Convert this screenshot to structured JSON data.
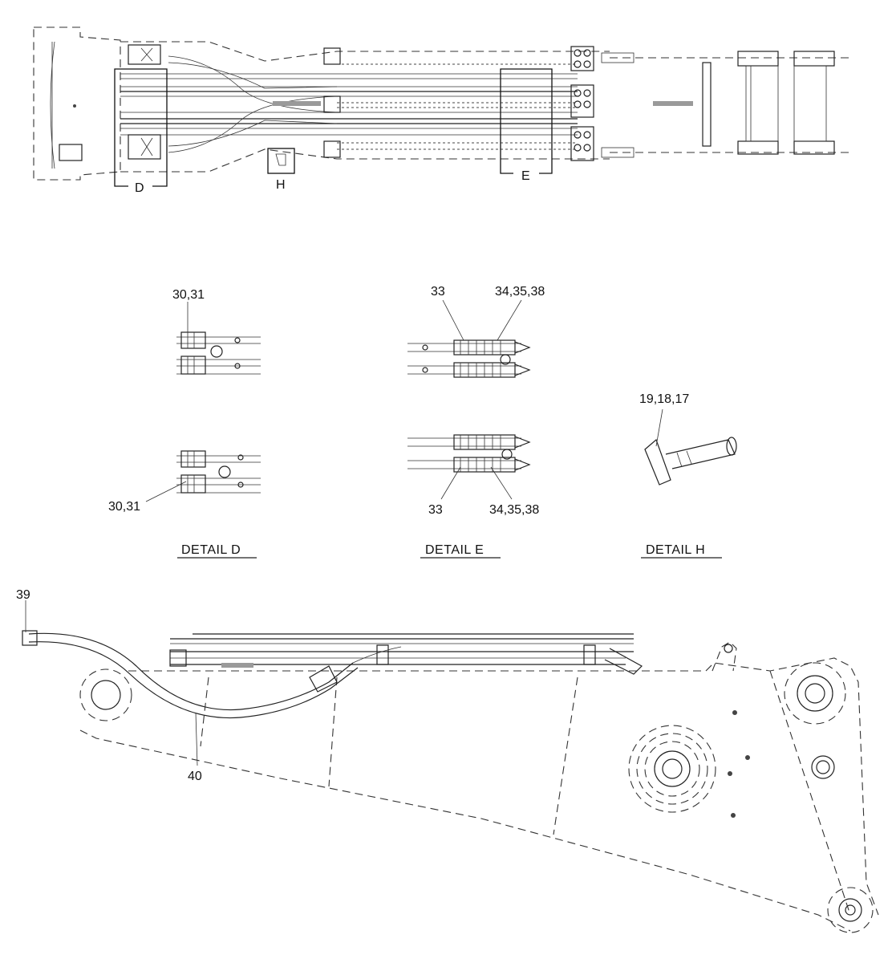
{
  "callouts": {
    "d": "D",
    "h": "H",
    "e": "E",
    "d_top": "30,31",
    "d_bottom": "30,31",
    "e_top_left": "33",
    "e_top_right": "34,35,38",
    "e_bottom_left": "33",
    "e_bottom_right": "34,35,38",
    "h_parts": "19,18,17",
    "item_39": "39",
    "item_40": "40"
  },
  "captions": {
    "detail_d": "DETAIL  D",
    "detail_e": "DETAIL  E",
    "detail_h": "DETAIL  H"
  }
}
